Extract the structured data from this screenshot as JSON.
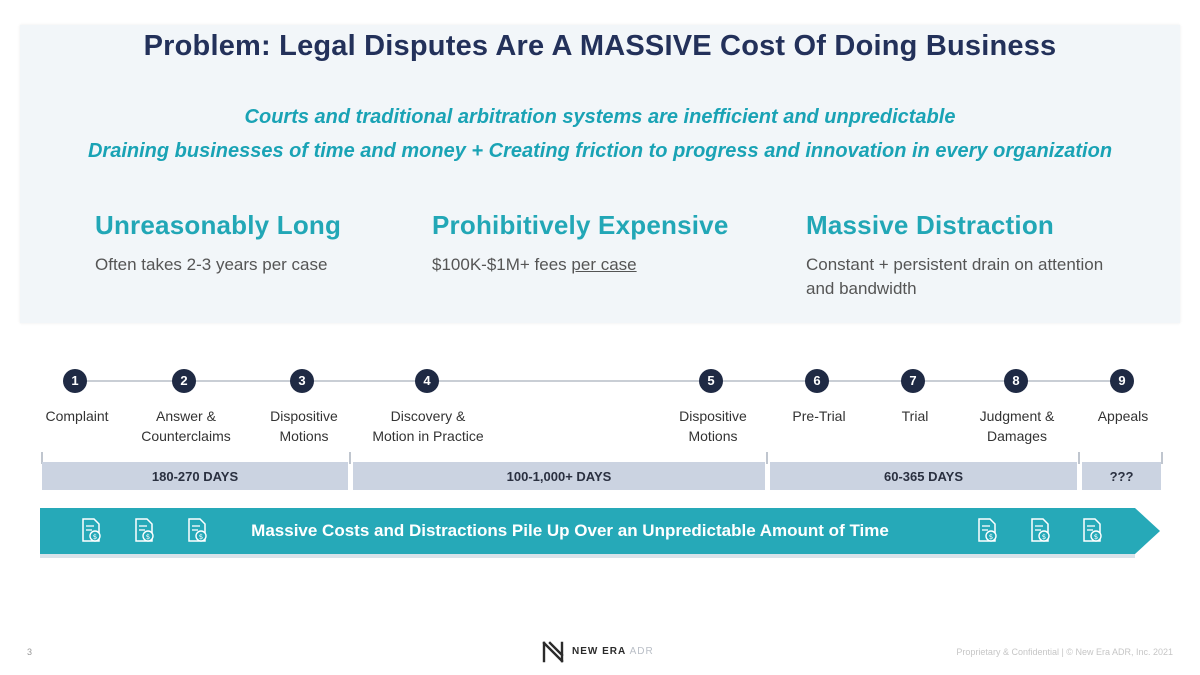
{
  "slide": {
    "title": "Problem: Legal Disputes Are A MASSIVE Cost Of Doing Business",
    "subtitle1": "Courts and traditional arbitration systems are inefficient and unpredictable",
    "subtitle2": "Draining businesses of time and money + Creating friction to progress and innovation in every organization"
  },
  "problems": [
    {
      "heading": "Unreasonably Long",
      "text": "Often takes 2-3 years per case"
    },
    {
      "heading": "Prohibitively Expensive",
      "text_prefix": "$100K-$1M+ fees ",
      "text_underlined": "per case"
    },
    {
      "heading": "Massive Distraction",
      "text": "Constant + persistent drain on attention and bandwidth"
    }
  ],
  "timeline": {
    "steps": [
      {
        "num": "1",
        "label": "Complaint"
      },
      {
        "num": "2",
        "label": "Answer &\nCounterclaims"
      },
      {
        "num": "3",
        "label": "Dispositive\nMotions"
      },
      {
        "num": "4",
        "label": "Discovery &\nMotion in Practice"
      },
      {
        "num": "5",
        "label": "Dispositive\nMotions"
      },
      {
        "num": "6",
        "label": "Pre-Trial"
      },
      {
        "num": "7",
        "label": "Trial"
      },
      {
        "num": "8",
        "label": "Judgment &\nDamages"
      },
      {
        "num": "9",
        "label": "Appeals"
      }
    ],
    "phases": [
      "180-270 DAYS",
      "100-1,000+ DAYS",
      "60-365 DAYS",
      "???"
    ]
  },
  "banner": {
    "text": "Massive Costs and Distractions Pile Up Over an Unpredictable Amount of Time",
    "icon": "money-document-icon",
    "color": "#26a9b8"
  },
  "footer": {
    "page_number": "3",
    "logo_text": "NEW ERA",
    "logo_suffix": "ADR",
    "right_text": "Proprietary & Confidential | © New Era ADR, Inc. 2021"
  }
}
